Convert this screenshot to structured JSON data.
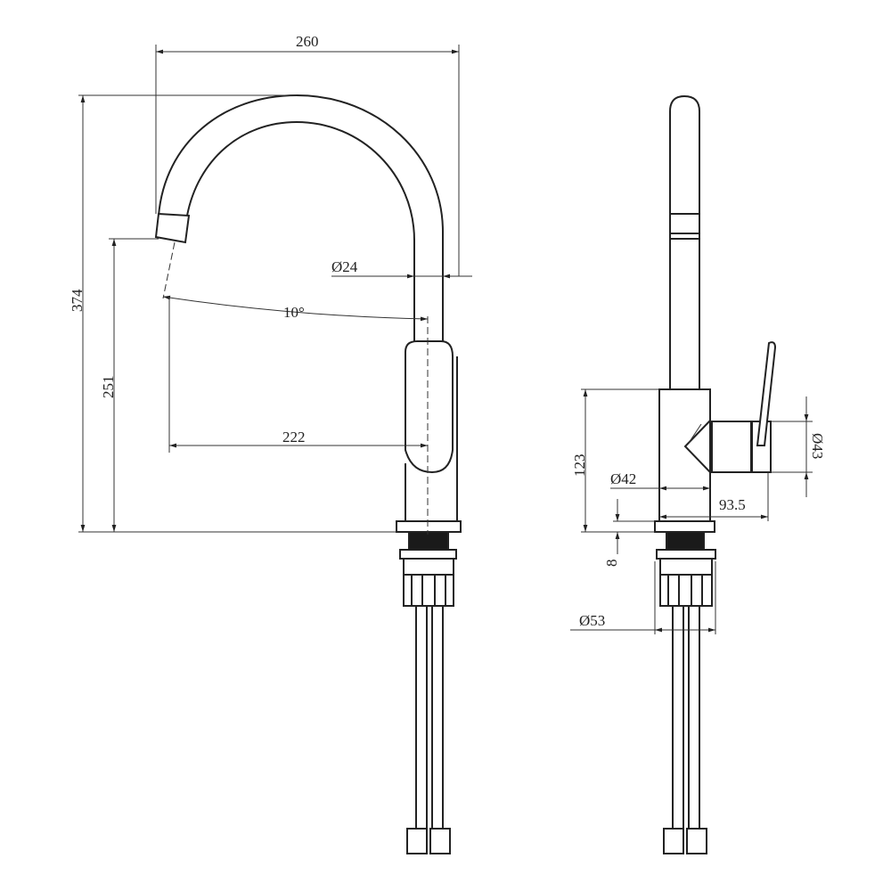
{
  "drawing": {
    "side_view": {
      "overall_width": "260",
      "overall_height": "374",
      "spout_height": "251",
      "spout_diameter": "Ø24",
      "swivel_angle": "10°",
      "spout_reach": "222"
    },
    "front_view": {
      "body_height": "123",
      "body_diameter": "Ø42",
      "handle_depth": "93.5",
      "handle_diameter": "Ø43",
      "base_thickness": "8",
      "base_diameter": "Ø53"
    },
    "line_color": "#222222"
  }
}
